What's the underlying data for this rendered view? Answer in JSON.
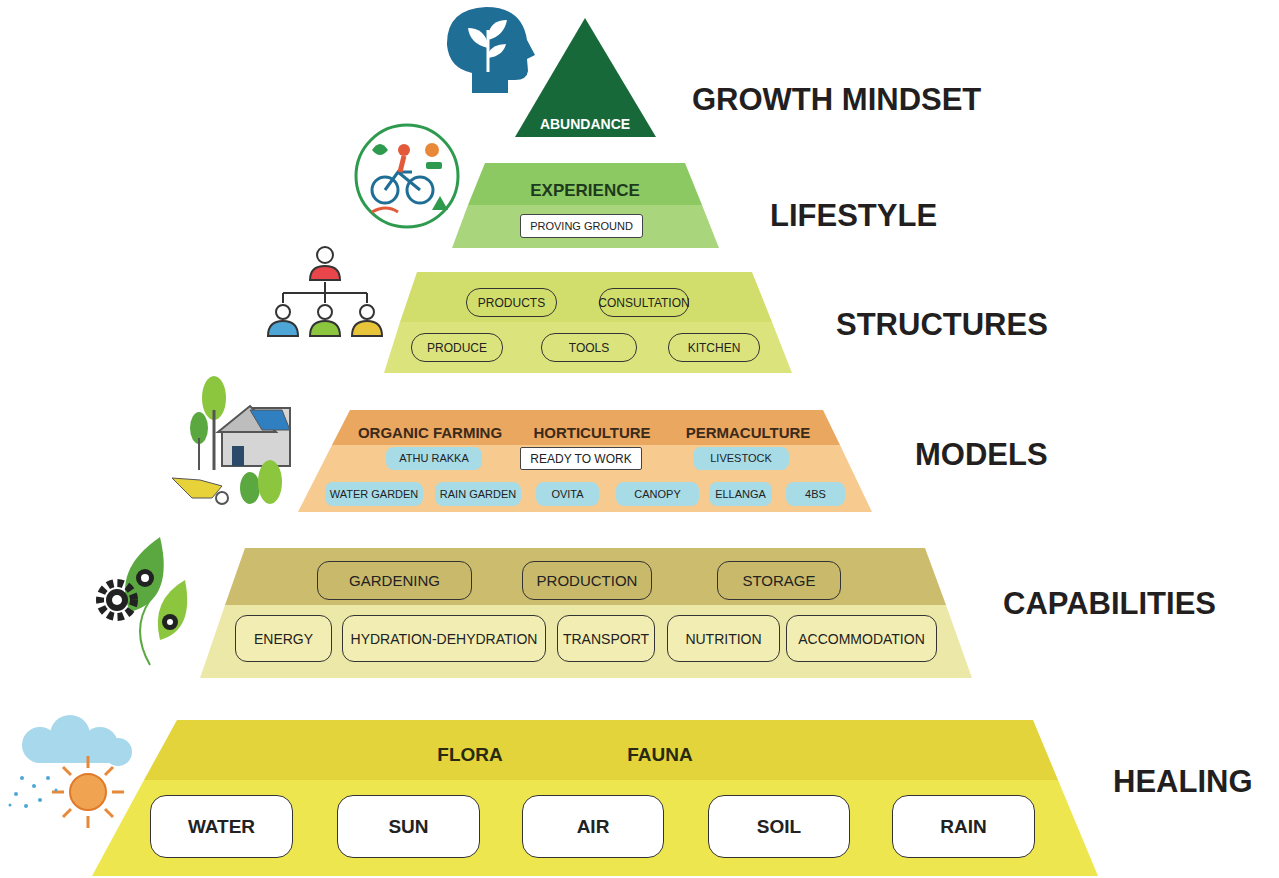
{
  "diagram": {
    "nodes": [
      {
        "text": [
          "ABUNDANCE",
          "GROWTH MINDSET"
        ]
      },
      {
        "text": [
          "EXPERIENCE",
          "LIFESTYLE"
        ]
      },
      {
        "text": [
          "PROVING GROUND"
        ],
        "in": 1
      },
      {
        "text": [
          "STRUCTURES"
        ]
      },
      {
        "text": [
          "PRODUCTS"
        ],
        "in": 3
      },
      {
        "text": [
          "CONSULTATION"
        ],
        "in": 3
      },
      {
        "text": [
          "PRODUCE"
        ],
        "in": 3
      },
      {
        "text": [
          "TOOLS"
        ],
        "in": 3
      },
      {
        "text": [
          "KITCHEN"
        ],
        "in": 3
      },
      {
        "text": [
          "ORGANIC FARMING",
          "HORTICULTURE",
          "PERMACULTURE",
          "MODELS"
        ]
      },
      {
        "text": [
          "ATHU RAKKA"
        ],
        "in": 9
      },
      {
        "text": [
          "READY TO WORK"
        ],
        "in": 9
      },
      {
        "text": [
          "LIVESTOCK"
        ],
        "in": 9
      },
      {
        "text": [
          "WATER GARDEN"
        ],
        "in": 9
      },
      {
        "text": [
          "RAIN GARDEN"
        ],
        "in": 9
      },
      {
        "text": [
          "OVITA"
        ],
        "in": 9
      },
      {
        "text": [
          "CANOPY"
        ],
        "in": 9
      },
      {
        "text": [
          "ELLANGA"
        ],
        "in": 9
      },
      {
        "text": [
          "4BS"
        ],
        "in": 9
      },
      {
        "text": [
          "CAPABILITIES"
        ]
      },
      {
        "text": [
          "GARDENING"
        ],
        "in": 19
      },
      {
        "text": [
          "PRODUCTION"
        ],
        "in": 19
      },
      {
        "text": [
          "STORAGE"
        ],
        "in": 19
      },
      {
        "text": [
          "ENERGY"
        ],
        "in": 19
      },
      {
        "text": [
          "HYDRATION-DEHYDRATION"
        ],
        "in": 19
      },
      {
        "text": [
          "TRANSPORT"
        ],
        "in": 19
      },
      {
        "text": [
          "NUTRITION"
        ],
        "in": 19
      },
      {
        "text": [
          "ACCOMMODATION"
        ],
        "in": 19
      },
      {
        "text": [
          "FLORA",
          "FAUNA",
          "HEALING"
        ]
      },
      {
        "text": [
          "WATER"
        ],
        "in": 28
      },
      {
        "text": [
          "SUN"
        ],
        "in": 28
      },
      {
        "text": [
          "AIR"
        ],
        "in": 28
      },
      {
        "text": [
          "SOIL"
        ],
        "in": 28
      },
      {
        "text": [
          "RAIN"
        ],
        "in": 28
      }
    ]
  }
}
